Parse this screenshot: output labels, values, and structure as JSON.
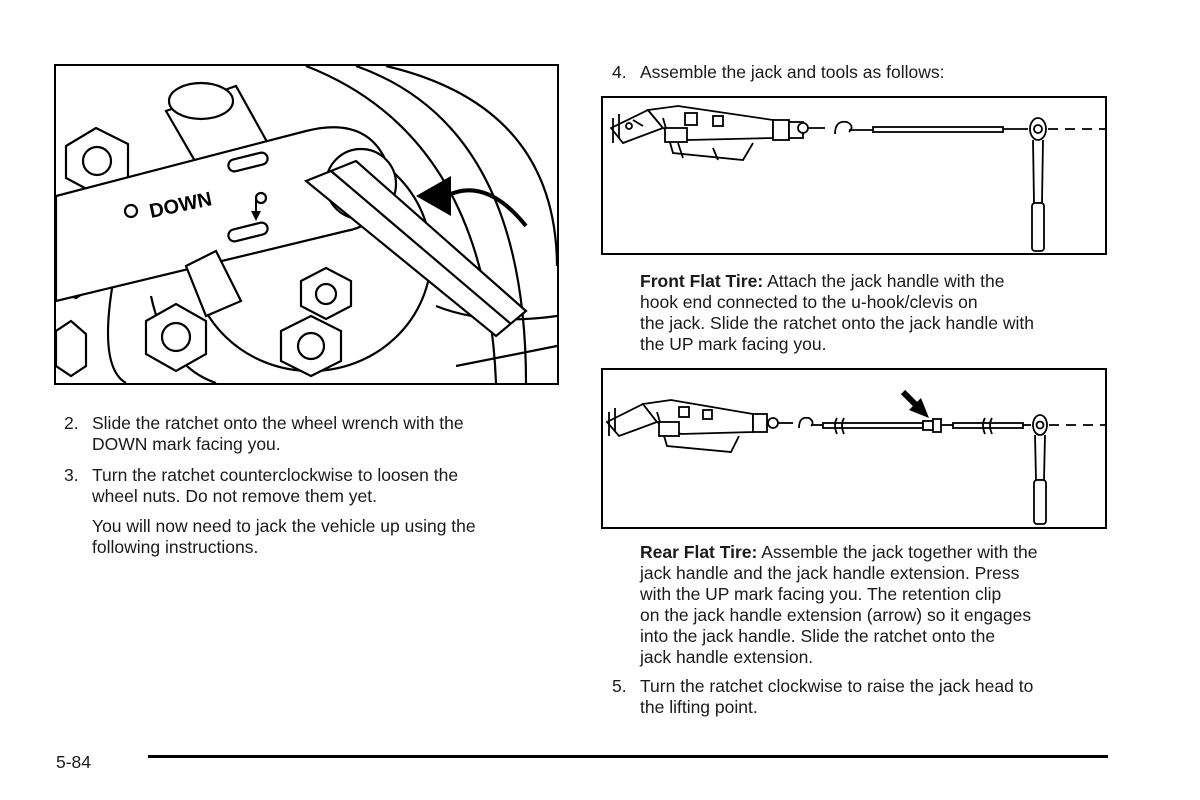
{
  "figure1": {
    "label": "DOWN"
  },
  "steps": {
    "s2": {
      "number": "2.",
      "line1": "Slide the ratchet onto the wheel wrench with the",
      "line2": "DOWN mark facing you."
    },
    "s3": {
      "number": "3.",
      "line1": "Turn the ratchet counterclockwise to loosen the",
      "line2": "wheel nuts. Do not remove them yet."
    },
    "s3_note": {
      "line1": "You will now need to jack the vehicle up using the",
      "line2": "following instructions."
    },
    "s4": {
      "number": "4.",
      "text": "Assemble the jack and tools as follows:"
    },
    "s5": {
      "number": "5.",
      "line1": "Turn the ratchet clockwise to raise the jack head to",
      "line2": "the lifting point."
    }
  },
  "front": {
    "heading": "Front Flat Tire:",
    "line1": "Attach the jack handle with the",
    "line2": "hook end connected to the u-hook/clevis on",
    "line3": "the jack. Slide the ratchet onto the jack handle with",
    "line4": "the UP mark facing you."
  },
  "rear": {
    "heading": "Rear Flat Tire:",
    "line1": "Assemble the jack together with the",
    "line2": "jack handle and the jack handle extension. Press",
    "line3": "with the UP mark facing you. The retention clip",
    "line4": "on the jack handle extension (arrow) so it engages",
    "line5": "into the jack handle. Slide the ratchet onto the",
    "line6": "jack handle extension."
  },
  "footer": {
    "page_number": "5-84"
  }
}
